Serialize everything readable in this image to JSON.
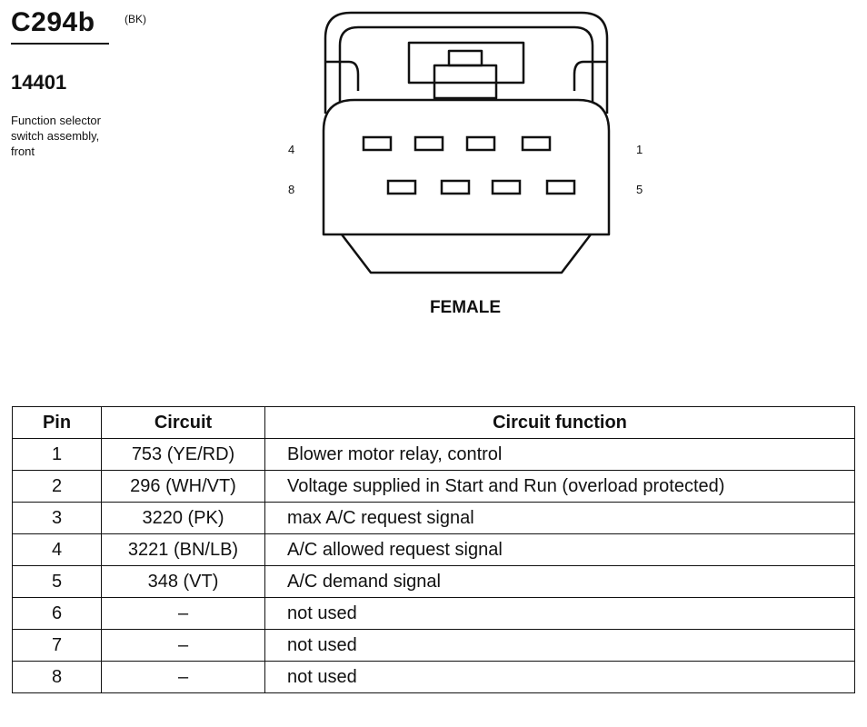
{
  "header": {
    "connector_id": "C294b",
    "connector_color": "(BK)",
    "part_number": "14401",
    "description_lines": [
      "Function selector",
      "switch assembly,",
      "front"
    ]
  },
  "diagram": {
    "gender": "FEMALE",
    "pin_labels": {
      "top_left": "4",
      "top_right": "1",
      "bottom_left": "8",
      "bottom_right": "5"
    }
  },
  "table": {
    "headers": [
      "Pin",
      "Circuit",
      "Circuit function"
    ],
    "rows": [
      [
        "1",
        "753 (YE/RD)",
        "Blower motor relay, control"
      ],
      [
        "2",
        "296 (WH/VT)",
        "Voltage supplied in Start and Run (overload protected)"
      ],
      [
        "3",
        "3220 (PK)",
        "max A/C request signal"
      ],
      [
        "4",
        "3221 (BN/LB)",
        "A/C allowed request signal"
      ],
      [
        "5",
        "348 (VT)",
        "A/C demand signal"
      ],
      [
        "6",
        "–",
        "not used"
      ],
      [
        "7",
        "–",
        "not used"
      ],
      [
        "8",
        "–",
        "not used"
      ]
    ]
  }
}
